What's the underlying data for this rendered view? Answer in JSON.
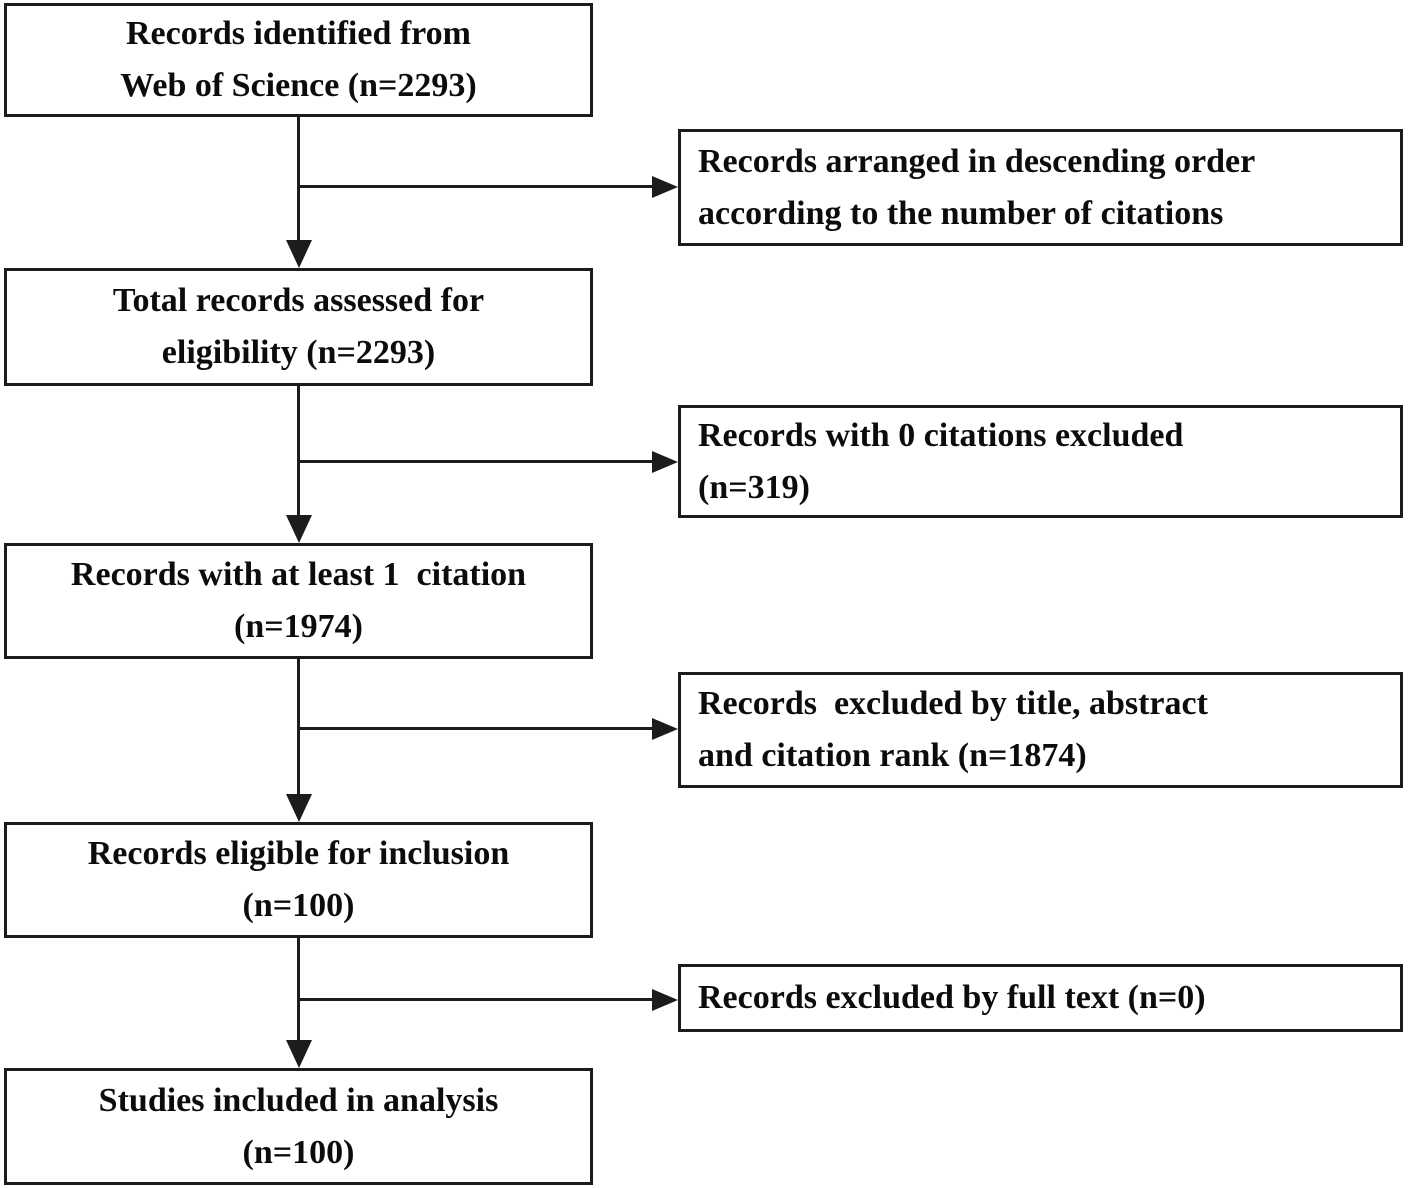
{
  "flow": {
    "main": [
      {
        "id": "records-identified",
        "label": "Records identified from\nWeb of Science (n=2293)"
      },
      {
        "id": "records-assessed",
        "label": "Total records assessed for\neligibility (n=2293)"
      },
      {
        "id": "records-cited",
        "label": "Records with at least 1  citation\n(n=1974)"
      },
      {
        "id": "records-eligible",
        "label": "Records eligible for inclusion\n(n=100)"
      },
      {
        "id": "studies-included",
        "label": "Studies included in analysis\n(n=100)"
      }
    ],
    "side": [
      {
        "id": "records-arranged",
        "label": "Records arranged in descending order\naccording to the number of citations"
      },
      {
        "id": "zero-citations-excluded",
        "label": "Records with 0 citations excluded\n(n=319)"
      },
      {
        "id": "excluded-title-abstract-rank",
        "label": "Records  excluded by title, abstract\nand citation rank (n=1874)"
      },
      {
        "id": "excluded-full-text",
        "label": "Records excluded by full text (n=0)"
      }
    ]
  },
  "counts": {
    "identified": 2293,
    "assessed": 2293,
    "at_least_one_citation": 1974,
    "zero_citations_excluded": 319,
    "excluded_title_abstract_rank": 1874,
    "eligible": 100,
    "excluded_full_text": 0,
    "included": 100
  },
  "colors": {
    "line": "#1c1c1c",
    "text": "#0c0c0c",
    "background": "#ffffff"
  }
}
